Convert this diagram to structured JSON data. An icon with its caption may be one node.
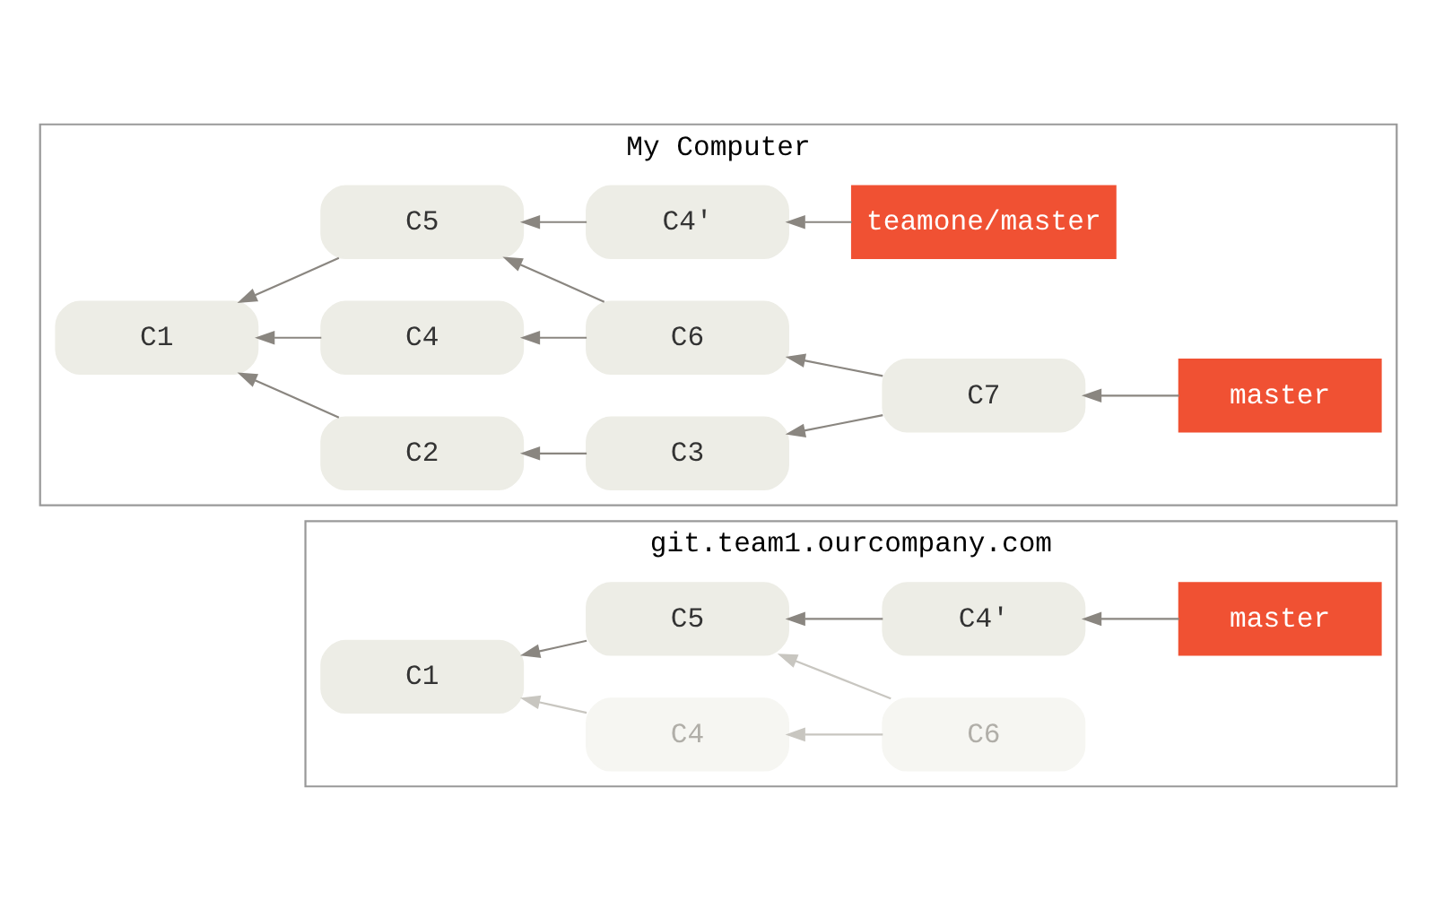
{
  "diagram": {
    "nodes": [
      {
        "text": [
          "git.team1.ourcompany.com"
        ]
      },
      {
        "text": [
          "C5"
        ],
        "in": 0
      },
      {
        "text": [
          "C4'"
        ],
        "in": 0
      },
      {
        "text": [
          "master"
        ],
        "in": 0
      },
      {
        "text": [
          "C1"
        ],
        "in": 0
      },
      {
        "text": [
          "C4"
        ],
        "in": 0
      },
      {
        "text": [
          "C6"
        ],
        "in": 0
      },
      {
        "text": [
          "My Computer"
        ]
      },
      {
        "text": [
          "C5"
        ],
        "in": 7
      },
      {
        "text": [
          "C4'"
        ],
        "in": 7
      },
      {
        "text": [
          "teamone/master"
        ],
        "in": 7
      },
      {
        "text": [
          "C1"
        ],
        "in": 7
      },
      {
        "text": [
          "C4"
        ],
        "in": 7
      },
      {
        "text": [
          "C6"
        ],
        "in": 7
      },
      {
        "text": [
          "C2"
        ],
        "in": 7
      },
      {
        "text": [
          "C3"
        ],
        "in": 7
      },
      {
        "text": [
          "C7"
        ],
        "in": 7
      },
      {
        "text": [
          "master"
        ],
        "in": 7
      }
    ],
    "edges": [
      {
        "from": 1,
        "to": 4,
        "arrow": "to"
      },
      {
        "from": 2,
        "to": 1,
        "arrow": "to"
      },
      {
        "from": 3,
        "to": 2,
        "arrow": "to"
      },
      {
        "from": 5,
        "to": 4,
        "arrow": "to",
        "color": "#c8c6c0"
      },
      {
        "from": 6,
        "to": 5,
        "arrow": "to",
        "color": "#c8c6c0"
      },
      {
        "from": 6,
        "to": 1,
        "arrow": "to",
        "color": "#c8c6c0"
      },
      {
        "from": 8,
        "to": 11,
        "arrow": "to"
      },
      {
        "from": 9,
        "to": 8,
        "arrow": "to"
      },
      {
        "from": 10,
        "to": 9,
        "arrow": "to"
      },
      {
        "from": 12,
        "to": 11,
        "arrow": "to"
      },
      {
        "from": 13,
        "to": 12,
        "arrow": "to"
      },
      {
        "from": 13,
        "to": 8,
        "arrow": "to"
      },
      {
        "from": 14,
        "to": 11,
        "arrow": "to"
      },
      {
        "from": 15,
        "to": 14,
        "arrow": "to"
      },
      {
        "from": 16,
        "to": 15,
        "arrow": "to"
      },
      {
        "from": 16,
        "to": 13,
        "arrow": "to"
      },
      {
        "from": 17,
        "to": 16,
        "arrow": "to"
      }
    ]
  }
}
